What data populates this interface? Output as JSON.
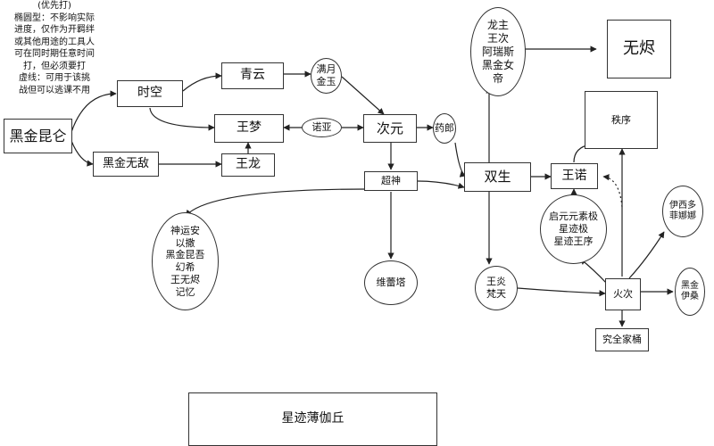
{
  "note": "(优先打)\n椭圆型：不影响实际\n进度，仅作为开羁绊\n或其他用途的工具人\n可在同时期任意时间\n打，但必须要打\n虚线：可用于该挑\n战但可以逃课不用",
  "nodes": {
    "heijin_kunlun": "黑金昆仑",
    "shikong": "时空",
    "qingyun": "青云",
    "manyue_jinyu": "满月\n金玉",
    "wangmeng": "王梦",
    "nuoya": "诺亚",
    "ciyuan": "次元",
    "yaolang": "药郎",
    "heijin_wudi": "黑金无敌",
    "wanglong": "王龙",
    "chaoshen": "超神",
    "shengyun_group": "神运安\n以撒\n黑金昆吾\n幻希\n王无烬\n记忆",
    "weileita": "维蕾塔",
    "longzhu_group": "龙主\n王次\n阿瑞斯\n黑金女\n帝",
    "wujin": "无烬",
    "shuangsheng": "双生",
    "zhixu": "秩序",
    "wangnuo": "王诺",
    "qiyuan_group": "启元元素极\n星迹极\n星迹王序",
    "yixiduo": "伊西多\n菲娜娜",
    "wangyan_fantian": "王炎\n梵天",
    "huoci": "火次",
    "heijin_yisang": "黑金\n伊桑",
    "wanquan_jiatong": "究全家桶",
    "xingji_bogaqiu": "星迹薄伽丘"
  },
  "colors": {
    "line": "#222222",
    "border": "#333333"
  }
}
